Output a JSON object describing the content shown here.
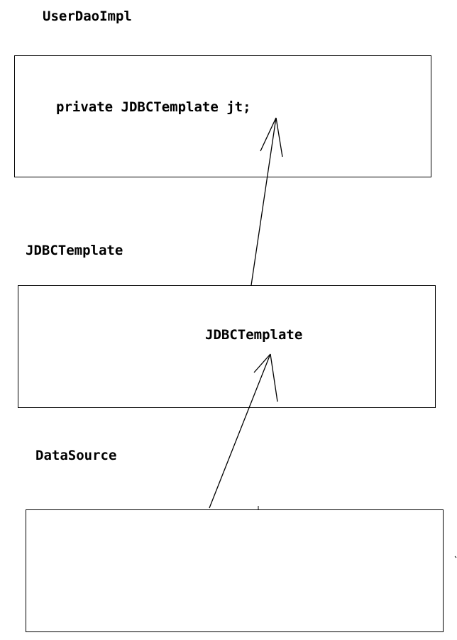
{
  "labels": {
    "top_title": "UserDaoImpl",
    "top_field": "private JDBCTemplate jt;",
    "middle_title": "JDBCTemplate",
    "middle_inner": "JDBCTemplate",
    "bottom_title": "DataSource"
  },
  "colors": {
    "stroke": "#000000",
    "background": "#ffffff"
  }
}
